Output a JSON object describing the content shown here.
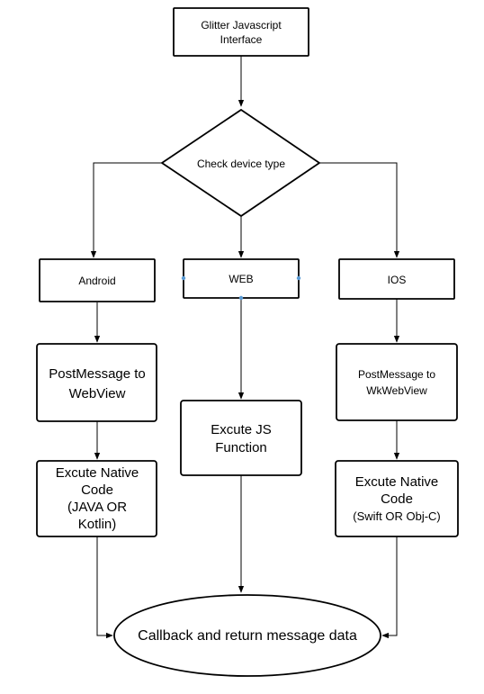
{
  "nodes": {
    "interface": {
      "lines": [
        "Glitter Javascript",
        "Interface"
      ]
    },
    "decision": {
      "lines": [
        "Check device type"
      ]
    },
    "android": {
      "lines": [
        "Android"
      ]
    },
    "web": {
      "lines": [
        "WEB"
      ]
    },
    "ios": {
      "lines": [
        "IOS"
      ]
    },
    "post_webview": {
      "lines": [
        "PostMessage to",
        "WebView"
      ]
    },
    "excute_js": {
      "lines": [
        "Excute JS",
        "Function"
      ]
    },
    "post_wkwebview": {
      "lines": [
        "PostMessage to",
        "WkWebView"
      ]
    },
    "native_android": {
      "lines": [
        "Excute Native",
        "Code",
        "(JAVA OR",
        "Kotlin)"
      ]
    },
    "native_ios": {
      "lines": [
        "Excute Native",
        "Code",
        "(Swift OR Obj-C)"
      ]
    },
    "callback": {
      "lines": [
        "Callback and return message data"
      ]
    }
  },
  "colors": {
    "stroke": "#000000",
    "handle": "#5b9bd5"
  }
}
